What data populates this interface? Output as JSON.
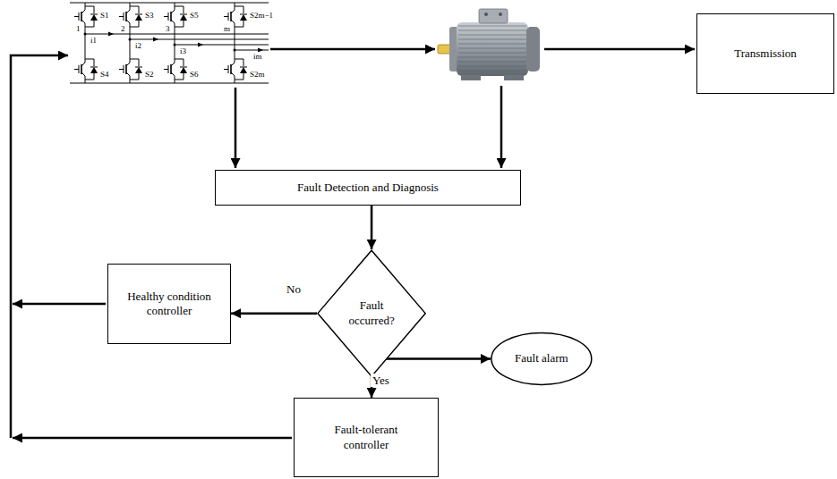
{
  "diagram": {
    "nodes": [
      {
        "text": [
          "Transmission"
        ]
      },
      {
        "text": [
          "Fault Detection and Diagnosis"
        ]
      },
      {
        "text": [
          "Fault occurred?"
        ]
      },
      {
        "text": [
          "Healthy condition controller"
        ]
      },
      {
        "text": [
          "Fault alarm"
        ]
      },
      {
        "text": [
          "Fault-tolerant controller"
        ]
      }
    ],
    "edges": [
      {
        "from": 1,
        "to": 2,
        "arrow": "to"
      },
      {
        "from": 2,
        "to": 3,
        "arrow": "to",
        "label": "No"
      },
      {
        "from": 2,
        "to": 4,
        "arrow": "to"
      },
      {
        "from": 2,
        "to": 5,
        "arrow": "to",
        "label": "Yes"
      }
    ],
    "labels": [
      "S1",
      "S3",
      "S5",
      "S2m−1",
      "S4",
      "S2",
      "S6",
      "S2m",
      "1",
      "2",
      "3",
      "m",
      "i1",
      "i2",
      "i3",
      "im"
    ]
  }
}
